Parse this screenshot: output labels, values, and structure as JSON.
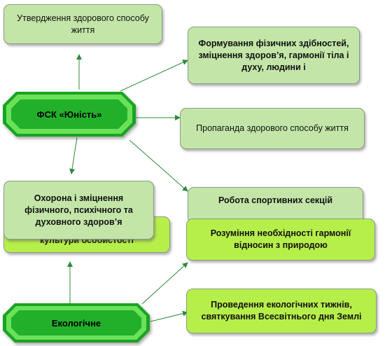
{
  "hub_fsk": {
    "label": "ФСК «Юність»"
  },
  "hub_eco": {
    "label": "Екологічне"
  },
  "boxes": {
    "affirmation": "Утвердження здорового способу життя",
    "formation": "Формування фізичних здібностей, зміцнення здоров’я, гармонії тіла і духу, людини і",
    "propaganda": "Пропаганда здорового способу життя",
    "protection": "Охорона і зміцнення фізичного, психічного та духовного здоров’я",
    "culture": "культури особистості",
    "sections": "Робота спортивних секцій",
    "harmony": "Розуміння необхідності гармонії відносин з природою",
    "ecoweeks": "Проведення екологічних тижнів, святкування Всесвітнього дня Землі"
  },
  "colors": {
    "box_fill": "#c3e6a8",
    "box_bright_fill": "#b7ef4a",
    "hub_fill": "#1aa323",
    "hub_inner": "#6be15a",
    "arrow": "#2e8b3a"
  }
}
